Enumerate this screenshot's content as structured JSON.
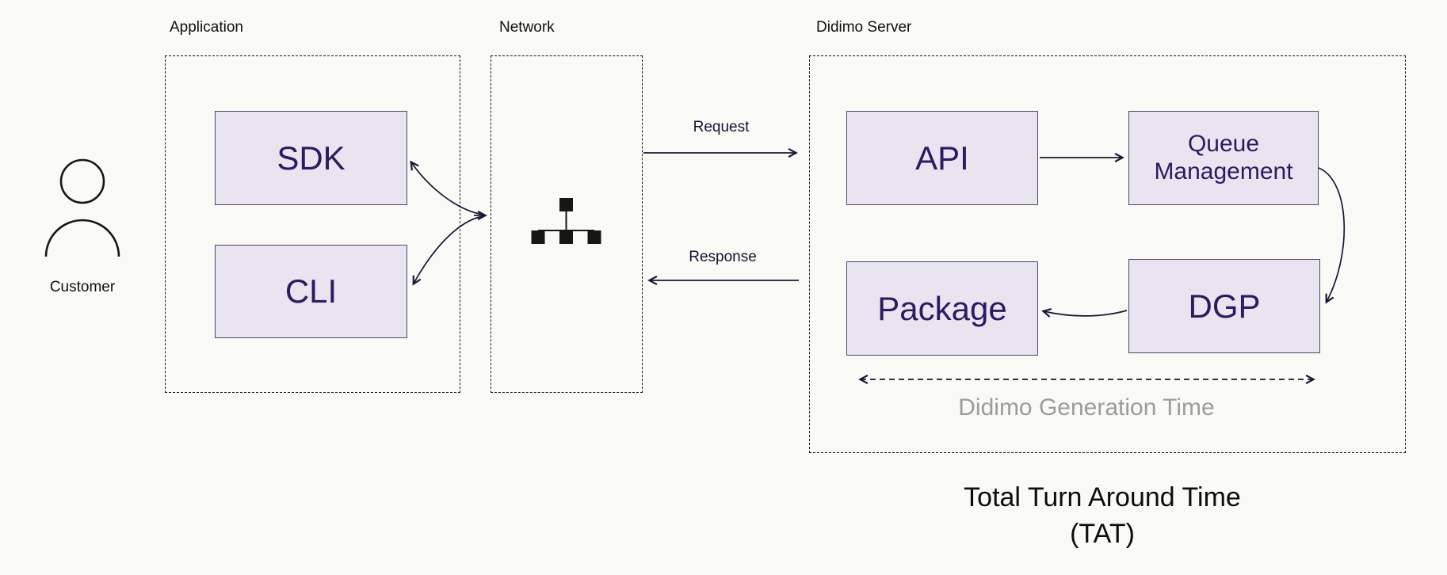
{
  "title": "Didimo generation flow diagram",
  "colors": {
    "background": "#f9f9f6",
    "box_fill": "#e8e4f0",
    "box_border": "#4f4868",
    "box_text": "#2b1b60",
    "arrow": "#191733",
    "container_border": "#1a1a1a",
    "muted_text": "#9c9c9c",
    "label_text": "#111111"
  },
  "customer": {
    "label": "Customer"
  },
  "containers": {
    "application": {
      "label": "Application"
    },
    "network": {
      "label": "Network"
    },
    "didimo_server": {
      "label": "Didimo Server"
    }
  },
  "nodes": {
    "sdk": {
      "label": "SDK"
    },
    "cli": {
      "label": "CLI"
    },
    "api": {
      "label": "API"
    },
    "queue_management": {
      "label": "Queue Management"
    },
    "package": {
      "label": "Package"
    },
    "dgp": {
      "label": "DGP"
    }
  },
  "edges": {
    "request": {
      "label": "Request"
    },
    "response": {
      "label": "Response"
    }
  },
  "annotations": {
    "generation_time": "Didimo Generation Time",
    "tat_line1": "Total Turn Around Time",
    "tat_line2": "(TAT)"
  },
  "icons": {
    "customer": "person-icon",
    "network": "network-tree-icon"
  }
}
